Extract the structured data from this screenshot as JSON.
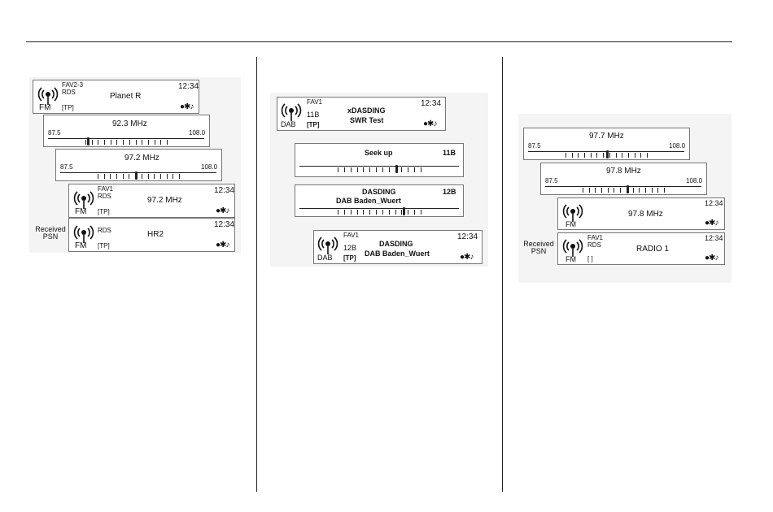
{
  "col1": {
    "d1": {
      "fav": "FAV2-3",
      "rds": "RDS",
      "station": "Planet R",
      "time": "12:34",
      "band": "FM",
      "tp": "[TP]",
      "status": "●✱♪"
    },
    "d2": {
      "freq": "92.3 MHz",
      "min": "87.5",
      "max": "108.0",
      "pos": 0.25
    },
    "d3": {
      "freq": "97.2 MHz",
      "min": "87.5",
      "max": "108.0",
      "pos": 0.48
    },
    "d4": {
      "fav": "FAV1",
      "rds": "RDS",
      "station": "97.2 MHz",
      "time": "12:34",
      "band": "FM",
      "tp": "[TP]",
      "status": "●✱♪"
    },
    "d5": {
      "rds": "RDS",
      "station": "HR2",
      "time": "12:34",
      "band": "FM",
      "tp": "[TP]",
      "status": "●✱♪",
      "side": "Received\nPSN"
    }
  },
  "col2": {
    "d1": {
      "fav": "FAV1",
      "channel": "11B",
      "tp": "[TP]",
      "line1": "xDASDING",
      "line2": "SWR Test",
      "time": "12:34",
      "band": "DAB",
      "status": "●✱♪"
    },
    "d2": {
      "title": "Seek up",
      "channel": "11B",
      "pos": 0.6
    },
    "d3": {
      "line1": "DASDING",
      "line2": "DAB Baden_Wuert",
      "channel": "12B",
      "pos": 0.65
    },
    "d4": {
      "fav": "FAV1",
      "channel": "12B",
      "tp": "[TP]",
      "line1": "DASDING",
      "line2": "DAB Baden_Wuert",
      "time": "12:34",
      "band": "DAB",
      "status": "●✱♪"
    }
  },
  "col3": {
    "d1": {
      "freq": "97.7 MHz",
      "min": "87.5",
      "max": "108.0",
      "pos": 0.5
    },
    "d2": {
      "freq": "97.8 MHz",
      "min": "87.5",
      "max": "108.0",
      "pos": 0.52
    },
    "d3": {
      "station": "97.8 MHz",
      "time": "12:34",
      "band": "FM",
      "status": "●✱♪"
    },
    "d4": {
      "fav": "FAV1",
      "rds": "RDS",
      "station": "RADIO 1",
      "time": "12:34",
      "band": "FM",
      "tp": "[  ]",
      "status": "●✱♪",
      "side": "Received\nPSN"
    }
  }
}
